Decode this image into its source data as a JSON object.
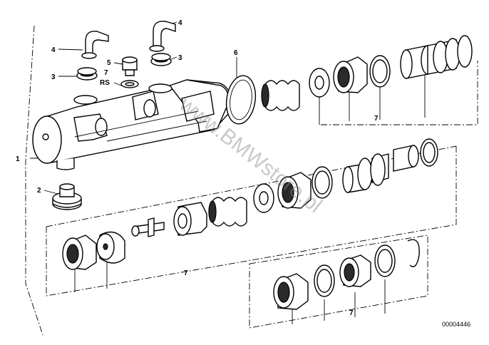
{
  "diagram": {
    "callouts": {
      "n1": "1",
      "n2": "2",
      "n3a": "3",
      "n3b": "3",
      "n4a": "4",
      "n4b": "4",
      "n5": "5",
      "n6": "6",
      "n7rs_num": "7",
      "n7rs_code": "RS",
      "n7_top": "7",
      "n7_mid": "7",
      "n7_bot": "7"
    },
    "watermark": "www.BMWstore.pl",
    "reference_code": "00004446"
  }
}
